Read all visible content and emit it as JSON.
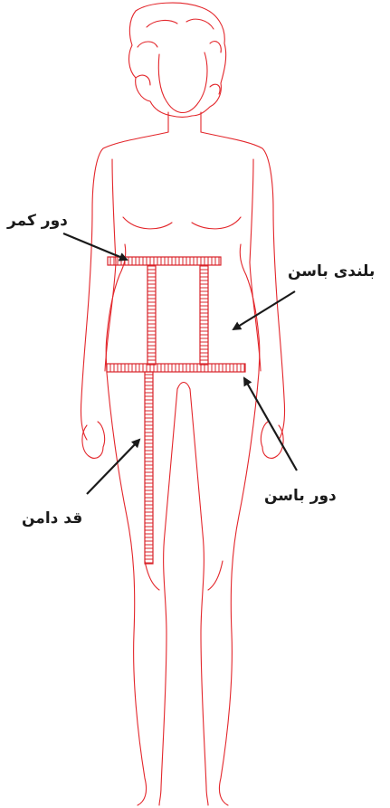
{
  "colors": {
    "outline": "#e3262b",
    "tape": "#d9232a",
    "arrow": "#1a1a1a",
    "label": "#1a1a1a",
    "background": "#ffffff"
  },
  "labels": {
    "waist_circumference": "دور کمر",
    "hip_height": "بلندی باسن",
    "hip_circumference": "دور باسن",
    "skirt_length": "قد دامن"
  }
}
